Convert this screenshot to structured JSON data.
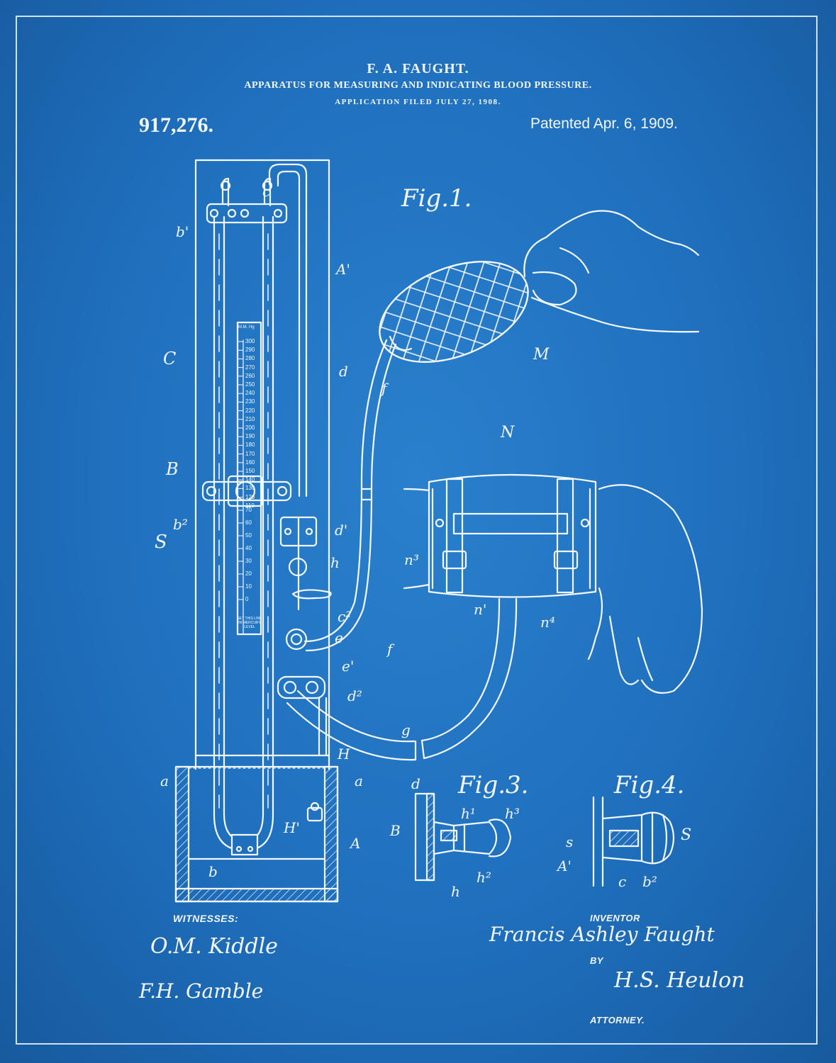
{
  "header": {
    "inventor_name": "F. A. FAUGHT.",
    "title": "APPARATUS FOR MEASURING AND INDICATING BLOOD PRESSURE.",
    "filed": "APPLICATION FILED JULY 27, 1908."
  },
  "patent_number": "917,276.",
  "patented_date": "Patented Apr. 6, 1909.",
  "figures": {
    "fig1": "Fig.1.",
    "fig3": "Fig.3.",
    "fig4": "Fig.4."
  },
  "scale": {
    "unit": "M.M. Hg",
    "ticks": [
      "300",
      "290",
      "280",
      "270",
      "260",
      "250",
      "240",
      "230",
      "220",
      "210",
      "200",
      "190",
      "180",
      "170",
      "160",
      "150",
      "140",
      "130",
      "120",
      "110"
    ],
    "lower_ticks": [
      "70",
      "60",
      "50",
      "40",
      "30",
      "20",
      "10",
      "0"
    ],
    "note": "SET THIS LINE IN MERCURY LEVEL"
  },
  "labels": {
    "c": "c",
    "b1": "b'",
    "A1": "A'",
    "C": "C",
    "d": "d",
    "f_upper": "f",
    "M": "M",
    "N": "N",
    "B": "B",
    "b2": "b²",
    "S": "S",
    "d1": "d'",
    "h": "h",
    "n3": "n³",
    "c2": "c²",
    "e": "e",
    "n1": "n'",
    "n4": "n⁴",
    "f_lower": "f",
    "e1": "e'",
    "d2": "d²",
    "g": "g",
    "H": "H",
    "a_left": "a",
    "a_right": "a",
    "H1": "H'",
    "A": "A",
    "b": "b",
    "f3_d": "d",
    "f3_B": "B",
    "f3_h1": "h¹",
    "f3_h3": "h³",
    "f3_h2": "h²",
    "f3_h": "h",
    "f4_s_left": "s",
    "f4_S": "S",
    "f4_A1": "A'",
    "f4_c": "c",
    "f4_b2": "b²"
  },
  "witnesses": {
    "label": "WITNESSES:",
    "sig1": "O.M. Kiddle",
    "sig2": "F.H. Gamble"
  },
  "inventor": {
    "label": "INVENTOR",
    "signature": "Francis Ashley Faught",
    "by": "BY",
    "attorney_sig": "H.S. Heulon",
    "attorney_label": "ATTORNEY."
  }
}
